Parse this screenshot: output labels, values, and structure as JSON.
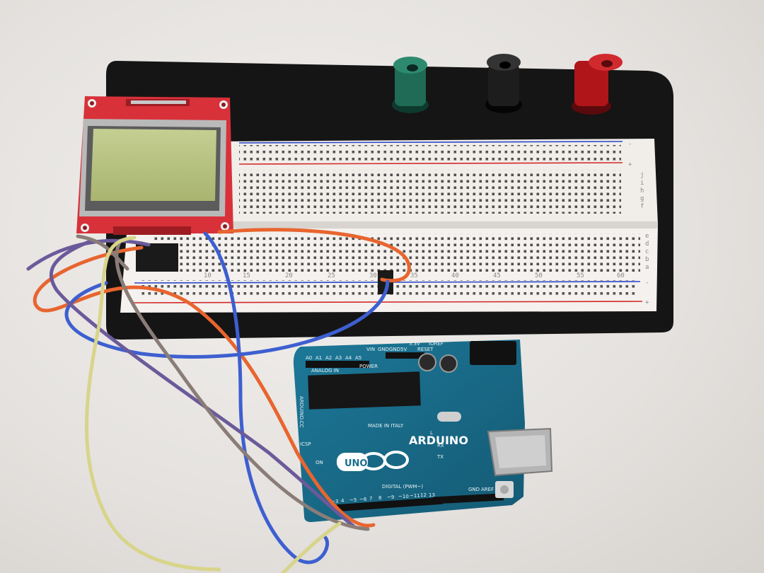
{
  "breadboard": {
    "column_numbers": [
      "10",
      "15",
      "20",
      "25",
      "30",
      "35",
      "40",
      "45",
      "50",
      "55",
      "60"
    ],
    "row_letters_top": [
      "f",
      "g",
      "h",
      "i",
      "j"
    ],
    "row_letters_bottom": [
      "a",
      "b",
      "c",
      "d",
      "e"
    ],
    "rail_plus": "+",
    "rail_minus": "-"
  },
  "arduino": {
    "brand": "ARDUINO",
    "model": "UNO",
    "made_in": "MADE IN ITALY",
    "analog_in": "ANALOG IN",
    "power": "POWER",
    "digital": "DIGITAL (PWM~)",
    "site": "ARDUINO.CC",
    "analog_pins": [
      "A0",
      "A1",
      "A2",
      "A3",
      "A4",
      "A5"
    ],
    "power_pins": [
      "VIN",
      "GND",
      "GND",
      "5V",
      "3.3V",
      "RESET",
      "IOREF"
    ],
    "digital_pins": [
      "13",
      "12",
      "~11",
      "~10",
      "~9",
      "8",
      "7",
      "~6",
      "~5",
      "4",
      "~3"
    ],
    "labels": {
      "aref": "AREF",
      "gnd": "GND",
      "tx": "TX",
      "rx": "RX",
      "on": "ON",
      "l": "L",
      "icsp": "ICSP"
    }
  },
  "colors": {
    "wire_orange": "#e8652f",
    "wire_blue": "#3d5fd0",
    "wire_purple": "#6b5a9a",
    "wire_gray": "#8a7d78",
    "wire_yellow": "#d8d48a",
    "lcd_board": "#d8313a",
    "lcd_screen": "#b9c486",
    "arduino_pcb": "#1a6e8e",
    "binding_post_green": "#1f6b55",
    "binding_post_black": "#1d1d1d",
    "binding_post_red": "#b0151a"
  }
}
